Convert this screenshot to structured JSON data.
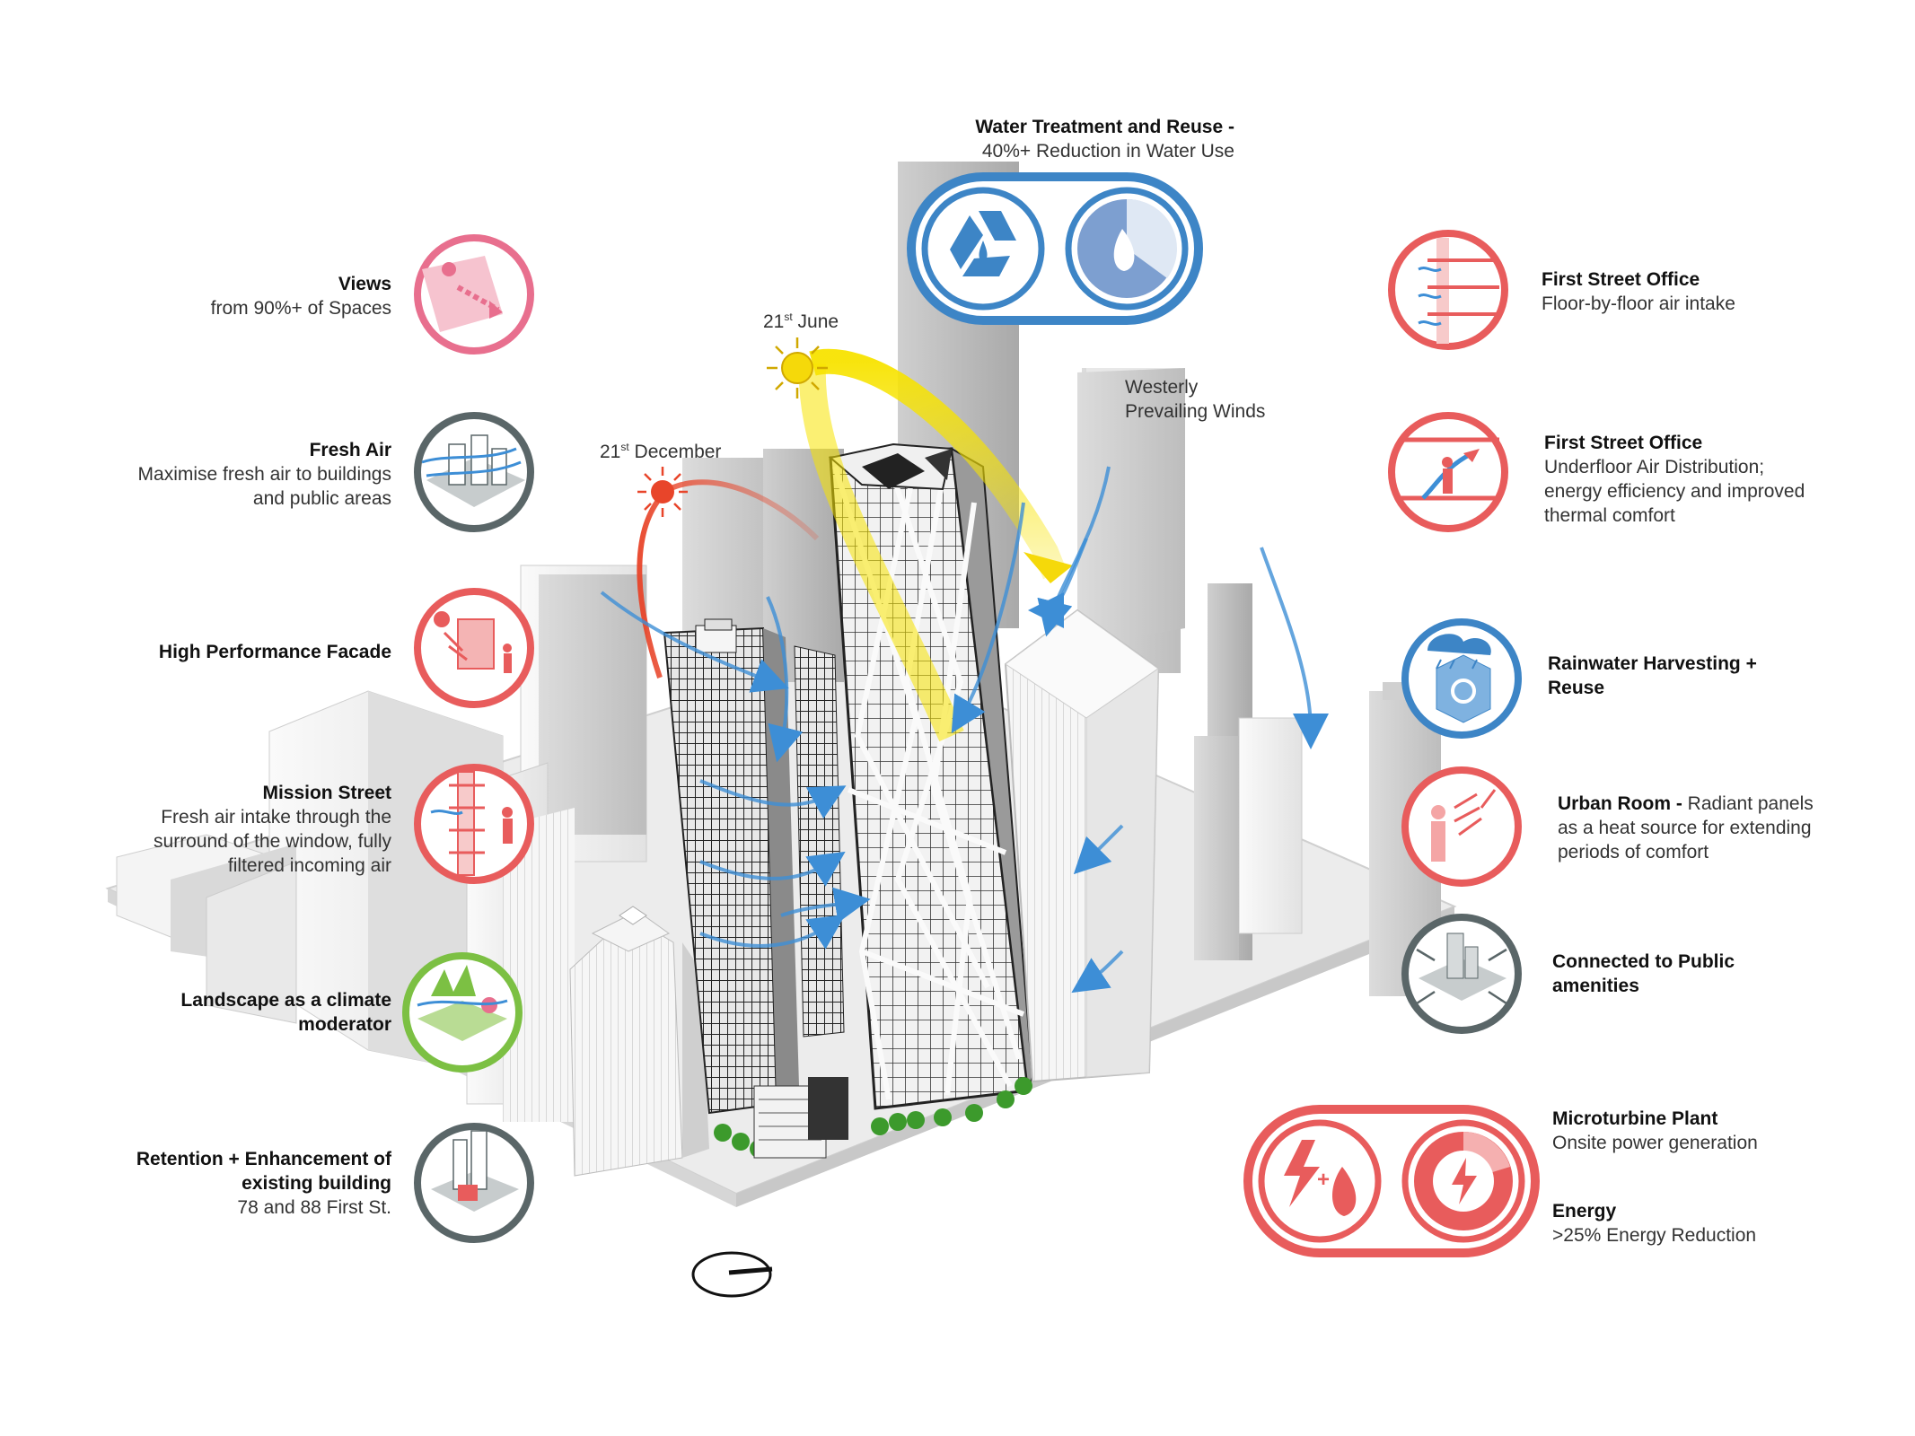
{
  "water": {
    "title": "Water Treatment and Reuse -",
    "detail": "40%+  Reduction in Water Use"
  },
  "sun_june": {
    "day": "21",
    "suffix": "st",
    "month": "June"
  },
  "sun_december": {
    "day": "21",
    "suffix": "st",
    "month": "December"
  },
  "winds": {
    "line1": "Westerly",
    "line2": "Prevailing Winds"
  },
  "left": [
    {
      "title": "Views",
      "lines": [
        "from 90%+ of Spaces"
      ],
      "color": "#e86f8e",
      "icon": "eye-view-icon"
    },
    {
      "title": "Fresh Air",
      "lines": [
        "Maximise fresh air to buildings",
        "and public areas"
      ],
      "color": "#5a6668",
      "icon": "fresh-air-buildings-icon"
    },
    {
      "title": "High Performance Facade",
      "lines": [],
      "color": "#e85c5c",
      "icon": "facade-sun-icon"
    },
    {
      "title": "Mission Street",
      "lines": [
        "Fresh air intake through the",
        "surround of the window, fully",
        "filtered incoming air"
      ],
      "color": "#e85c5c",
      "icon": "window-air-intake-icon"
    },
    {
      "title": "Landscape as a climate",
      "lines": [
        "moderator"
      ],
      "color": "#7cc043",
      "icon": "landscape-icon"
    },
    {
      "title": "Retention + Enhancement of",
      "lines": [
        "existing building",
        "78 and 88 First St."
      ],
      "color": "#5a6668",
      "icon": "existing-building-icon"
    }
  ],
  "right": [
    {
      "title": "First Street Office",
      "lines": [
        "Floor-by-floor air intake"
      ],
      "color": "#e85c5c",
      "icon": "floor-air-intake-icon"
    },
    {
      "title": "First Street Office",
      "lines": [
        "Underfloor Air Distribution;",
        "energy efficiency and improved",
        "thermal comfort"
      ],
      "color": "#e85c5c",
      "icon": "underfloor-air-icon"
    },
    {
      "title": "Rainwater Harvesting +",
      "lines": [
        "Reuse"
      ],
      "color": "#3d85c6",
      "icon": "rainwater-icon"
    },
    {
      "title": "Urban Room -",
      "lines": [
        " Radiant panels",
        "as a heat source for extending",
        "periods of comfort"
      ],
      "color": "#e85c5c",
      "icon": "radiant-panel-icon"
    },
    {
      "title": "Connected to Public",
      "lines": [
        "amenities"
      ],
      "color": "#5a6668",
      "icon": "public-amenities-icon"
    }
  ],
  "microturbine": {
    "title": "Microturbine Plant",
    "detail": "Onsite power generation"
  },
  "energy": {
    "title": "Energy",
    "detail": ">25%  Energy Reduction"
  },
  "colors": {
    "red": "#e85c5c",
    "pink": "#e86f8e",
    "blue": "#3d85c6",
    "grey": "#5a6668",
    "green": "#7cc043",
    "sun_yellow": "#f5d90a",
    "sun_red": "#e8452a"
  }
}
